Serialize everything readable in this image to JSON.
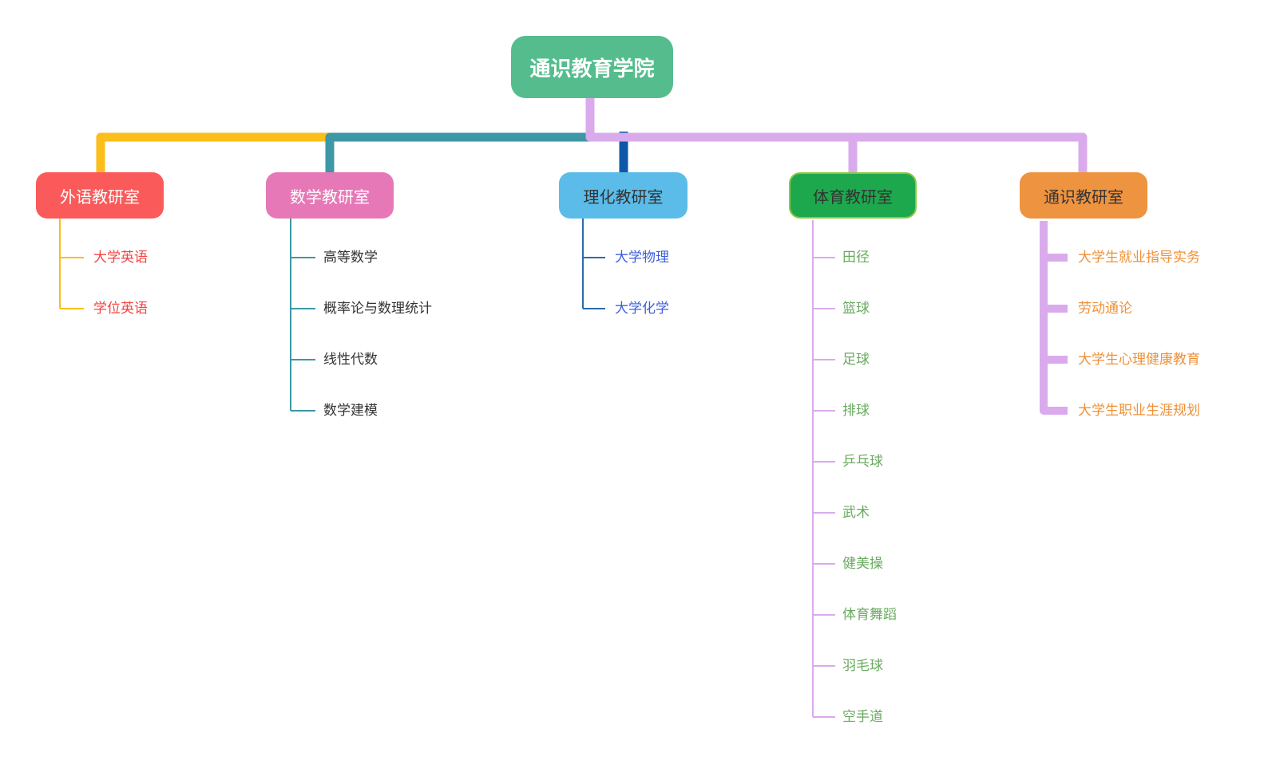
{
  "root": {
    "label": "通识教育学院",
    "color": "#55bd8d",
    "text_color": "#ffffff"
  },
  "branches": [
    {
      "label": "外语教研室",
      "box_color": "#fb5a5a",
      "box_text_color": "#ffffff",
      "connector_color": "#fcbe1b",
      "child_text_color": "#f04545",
      "children": [
        "大学英语",
        "学位英语"
      ]
    },
    {
      "label": "数学教研室",
      "box_color": "#e778b7",
      "box_text_color": "#ffffff",
      "connector_color": "#3d97a5",
      "child_text_color": "#333333",
      "children": [
        "高等数学",
        "概率论与数理统计",
        "线性代数",
        "数学建模"
      ]
    },
    {
      "label": "理化教研室",
      "box_color": "#5bbce9",
      "box_text_color": "#333333",
      "connector_color": "#0e58a8",
      "child_connector_color": "#2a6bb0",
      "child_text_color": "#3d5ede",
      "children": [
        "大学物理",
        "大学化学"
      ]
    },
    {
      "label": "体育教研室",
      "box_color": "#1ea84e",
      "box_border_color": "#8ec73f",
      "box_text_color": "#333333",
      "connector_color": "#d9abec",
      "child_text_color": "#69aa5f",
      "children": [
        "田径",
        "篮球",
        "足球",
        "排球",
        "乒乓球",
        "武术",
        "健美操",
        "体育舞蹈",
        "羽毛球",
        "空手道"
      ]
    },
    {
      "label": "通识教研室",
      "box_color": "#ee9340",
      "box_text_color": "#333333",
      "connector_color": "#d9abec",
      "child_text_color": "#ee9138",
      "children": [
        "大学生就业指导实务",
        "劳动通论",
        "大学生心理健康教育",
        "大学生职业生涯规划"
      ]
    }
  ],
  "background_color": "#ffffff"
}
